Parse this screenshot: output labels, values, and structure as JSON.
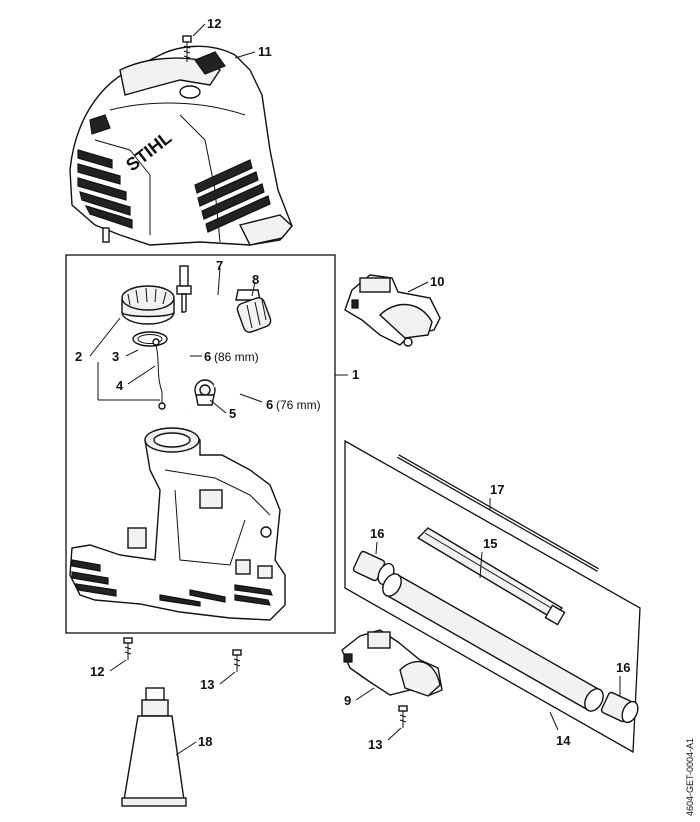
{
  "diagram": {
    "document_code": "4604-GET-0004-A1",
    "brand_text": "STIHL",
    "callouts": [
      {
        "id": "c12a",
        "text": "12"
      },
      {
        "id": "c11",
        "text": "11"
      },
      {
        "id": "c7",
        "text": "7"
      },
      {
        "id": "c8",
        "text": "8"
      },
      {
        "id": "c10",
        "text": "10"
      },
      {
        "id": "c2",
        "text": "2"
      },
      {
        "id": "c3",
        "text": "3"
      },
      {
        "id": "c6a",
        "text": "6",
        "note": "(86 mm)"
      },
      {
        "id": "c4",
        "text": "4"
      },
      {
        "id": "c1",
        "text": "1"
      },
      {
        "id": "c5",
        "text": "5"
      },
      {
        "id": "c6b",
        "text": "6",
        "note": "(76 mm)"
      },
      {
        "id": "c17",
        "text": "17"
      },
      {
        "id": "c16a",
        "text": "16"
      },
      {
        "id": "c15",
        "text": "15"
      },
      {
        "id": "c12b",
        "text": "12"
      },
      {
        "id": "c13a",
        "text": "13"
      },
      {
        "id": "c16b",
        "text": "16"
      },
      {
        "id": "c9",
        "text": "9"
      },
      {
        "id": "c14",
        "text": "14"
      },
      {
        "id": "c13b",
        "text": "13"
      },
      {
        "id": "c18",
        "text": "18"
      }
    ]
  }
}
